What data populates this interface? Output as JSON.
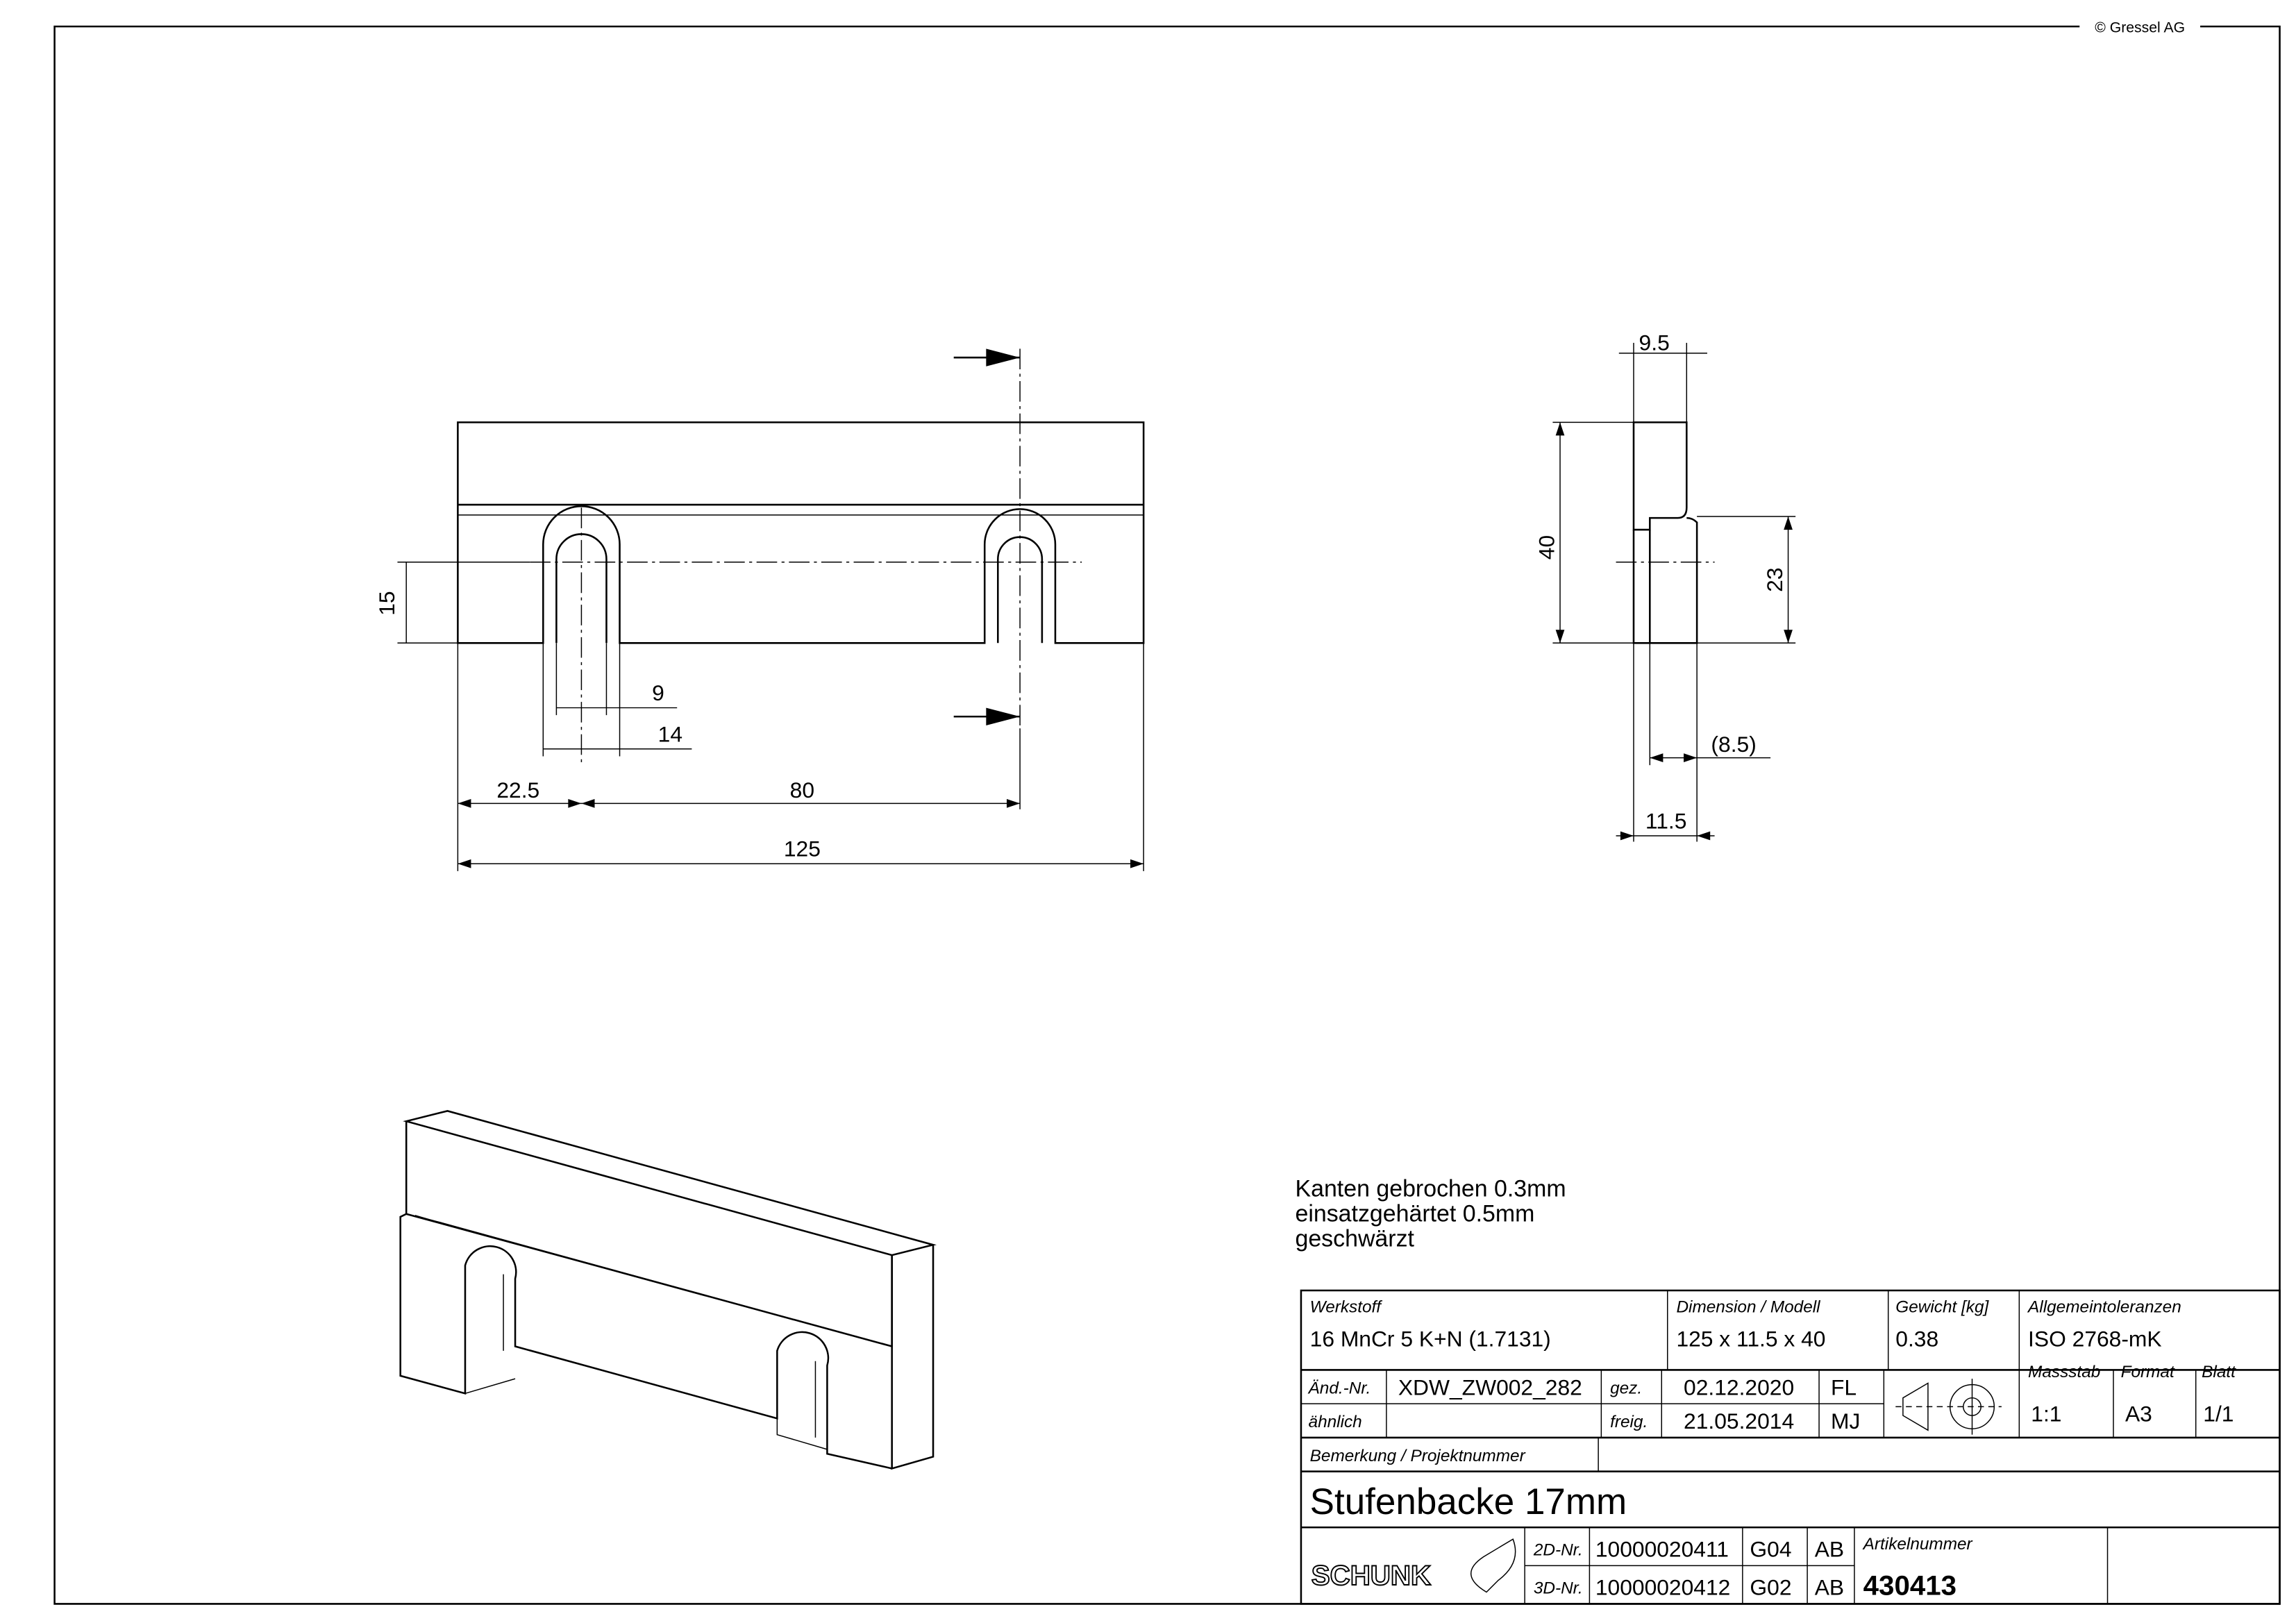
{
  "copyright": "© Gressel AG",
  "dimensions": {
    "front": {
      "d15": "15",
      "d9": "9",
      "d14": "14",
      "d22_5": "22.5",
      "d80": "80",
      "d125": "125"
    },
    "side": {
      "d9_5": "9.5",
      "d40": "40",
      "d23": "23",
      "d8_5": "(8.5)",
      "d11_5": "11.5"
    }
  },
  "notes": [
    "Kanten gebrochen 0.3mm",
    "einsatzgehärtet 0.5mm",
    "geschwärzt"
  ],
  "title_block": {
    "werkstoff_label": "Werkstoff",
    "werkstoff": "16 MnCr 5 K+N (1.7131)",
    "dimension_label": "Dimension / Modell",
    "dimension": "125 x 11.5 x 40",
    "gewicht_label": "Gewicht [kg]",
    "gewicht": "0.38",
    "toleranz_label": "Allgemeintoleranzen",
    "toleranz": "ISO 2768-mK",
    "aend_label": "Änd.-Nr.",
    "aend": "XDW_ZW002_282",
    "gez_label": "gez.",
    "gez_date": "02.12.2020",
    "gez_by": "FL",
    "aehnlich_label": "ähnlich",
    "freig_label": "freig.",
    "freig_date": "21.05.2014",
    "freig_by": "MJ",
    "massstab_label": "Massstab",
    "massstab": "1:1",
    "format_label": "Format",
    "format": "A3",
    "blatt_label": "Blatt",
    "blatt": "1/1",
    "bemerkung_label": "Bemerkung / Projektnummer",
    "title": "Stufenbacke 17mm",
    "logo": "SCHUNK",
    "nr2d_label": "2D-Nr.",
    "nr2d": "10000020411",
    "nr2d_rev": "G04",
    "nr2d_by": "AB",
    "nr3d_label": "3D-Nr.",
    "nr3d": "10000020412",
    "nr3d_rev": "G02",
    "nr3d_by": "AB",
    "artikel_label": "Artikelnummer",
    "artikel": "430413"
  }
}
